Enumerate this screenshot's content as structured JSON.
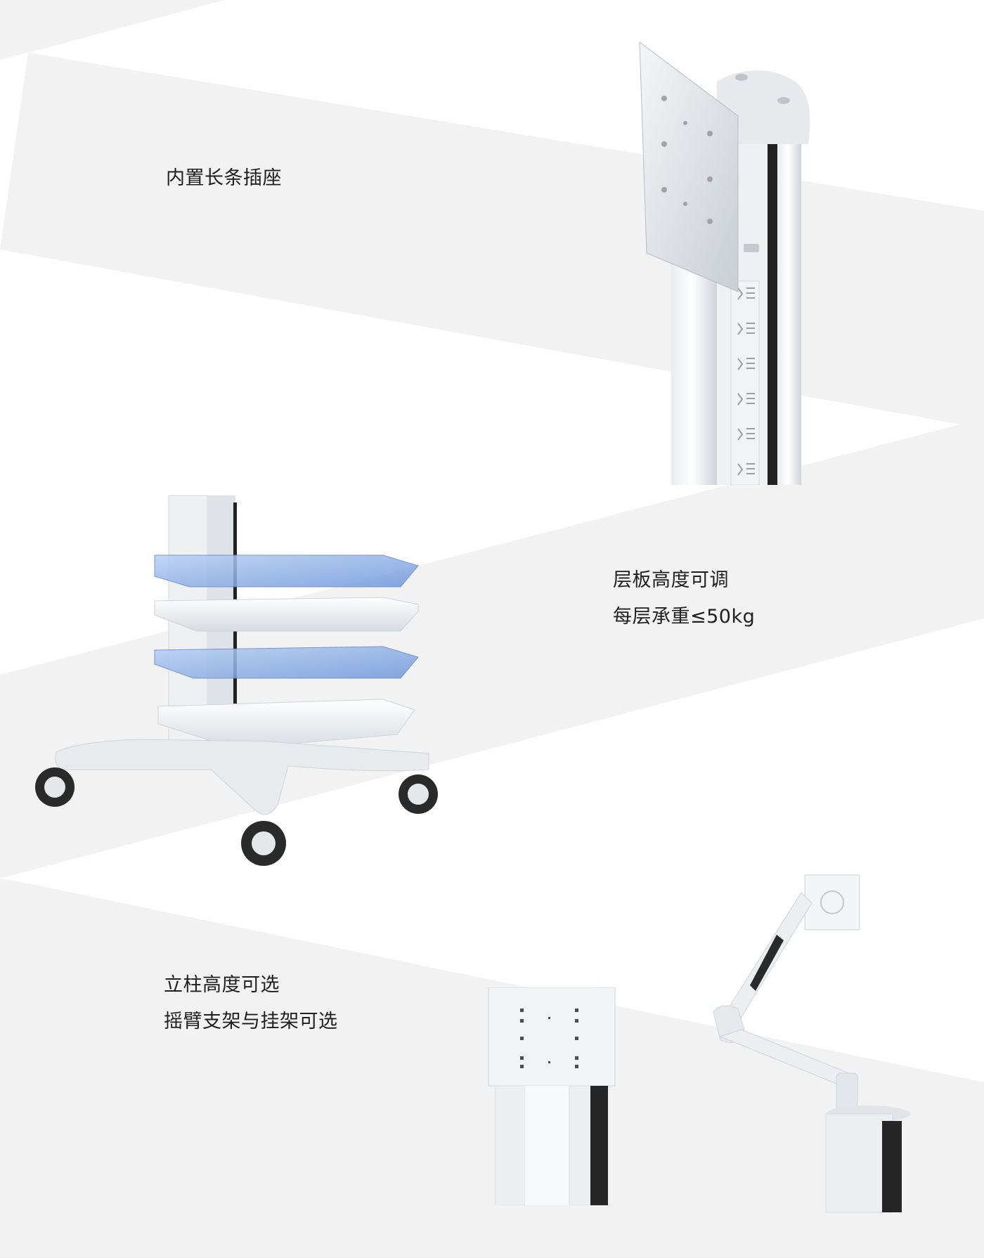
{
  "sections": [
    {
      "id": "power-strip",
      "lines": [
        "内置长条插座"
      ]
    },
    {
      "id": "shelves",
      "lines": [
        "层板高度可调",
        "每层承重≤50kg"
      ]
    },
    {
      "id": "column-options",
      "lines": [
        "立柱高度可选",
        "摇臂支架与挂架可选"
      ]
    }
  ],
  "colors": {
    "band": "#f3f3f3",
    "text": "#1f1f1f",
    "metal": "#d9dde2",
    "shelf_blue": "#8aaee6",
    "dark": "#2a2a2a"
  },
  "icons": [
    "mounting-plate-icon",
    "power-strip-column-icon",
    "shelf-cart-icon",
    "pole-with-plate-icon",
    "monitor-arm-icon"
  ]
}
